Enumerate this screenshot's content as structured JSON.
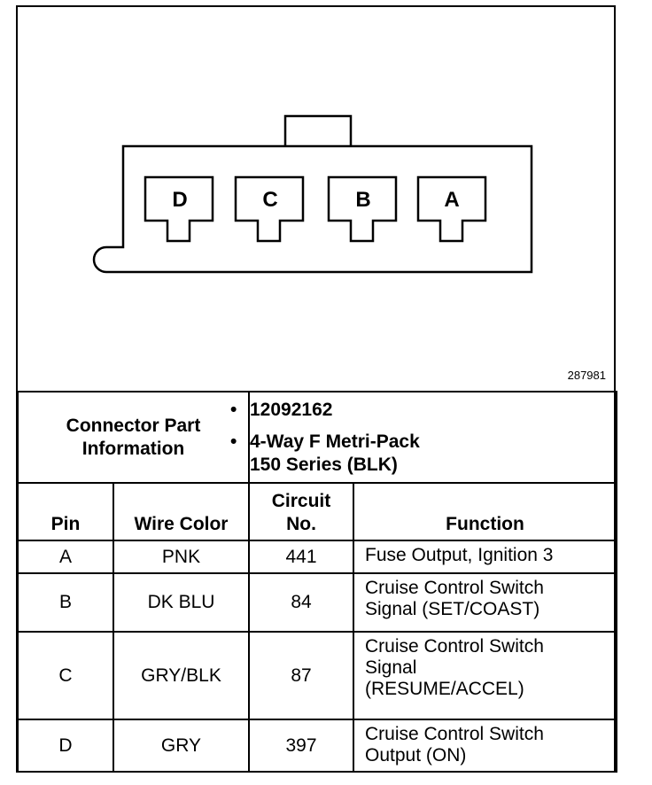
{
  "connector": {
    "pins": [
      "D",
      "C",
      "B",
      "A"
    ],
    "diagram_id": "287981"
  },
  "part_info": {
    "label": "Connector Part\nInformation",
    "label_line1": "Connector Part",
    "label_line2": "Information",
    "part_number": "12092162",
    "description_line1": "4-Way F Metri-Pack",
    "description_line2": "150 Series (BLK)"
  },
  "columns": {
    "pin": "Pin",
    "wire_color": "Wire Color",
    "circuit_line1": "Circuit",
    "circuit_line2": "No.",
    "function": "Function"
  },
  "rows": [
    {
      "pin": "A",
      "wire_color": "PNK",
      "circuit": "441",
      "function": "Fuse Output, Ignition 3"
    },
    {
      "pin": "B",
      "wire_color": "DK BLU",
      "circuit": "84",
      "function": "Cruise Control Switch\nSignal (SET/COAST)"
    },
    {
      "pin": "C",
      "wire_color": "GRY/BLK",
      "circuit": "87",
      "function": "Cruise Control Switch\nSignal\n(RESUME/ACCEL)"
    },
    {
      "pin": "D",
      "wire_color": "GRY",
      "circuit": "397",
      "function": "Cruise Control Switch\nOutput (ON)"
    }
  ]
}
